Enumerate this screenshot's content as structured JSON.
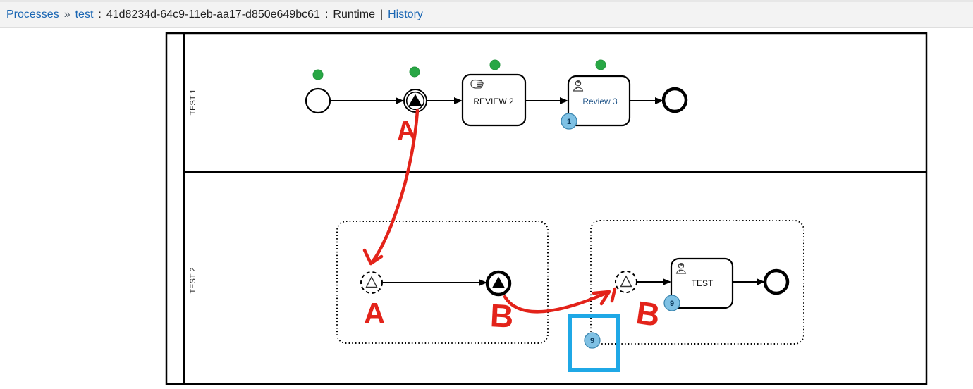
{
  "breadcrumb": {
    "processes_link": "Processes",
    "separator": "»",
    "process_link": "test",
    "colon1": ":",
    "instance_id": "41d8234d-64c9-11eb-aa17-d850e649bc61",
    "colon2": ":",
    "runtime_label": "Runtime",
    "pipe": "|",
    "history_link": "History"
  },
  "diagram": {
    "pool": {
      "lanes": [
        {
          "label": "TEST 1"
        },
        {
          "label": "TEST 2"
        }
      ]
    },
    "tasks": [
      {
        "label": "REVIEW 2",
        "type": "manual-task"
      },
      {
        "label": "Review 3",
        "type": "user-task",
        "badge": "1"
      },
      {
        "label": "TEST",
        "type": "user-task",
        "badge": "9"
      }
    ],
    "event_subprocess_badge": "9",
    "running_instance_markers": 4,
    "annotations": {
      "letters": [
        "A",
        "A",
        "B",
        "B"
      ]
    },
    "icons": {
      "manual_task": "hand",
      "user_task": "person",
      "signal_throw": "filled-triangle",
      "signal_start": "outline-triangle"
    },
    "colors": {
      "annotation_red": "#e3231a",
      "marker_green": "#28a745",
      "badge_fill": "#7fc1e4",
      "badge_border": "#3c87b0",
      "badge_text": "#0d3a5c",
      "highlight_blue": "#1fa8e6",
      "link_blue": "#1a66b3"
    }
  }
}
